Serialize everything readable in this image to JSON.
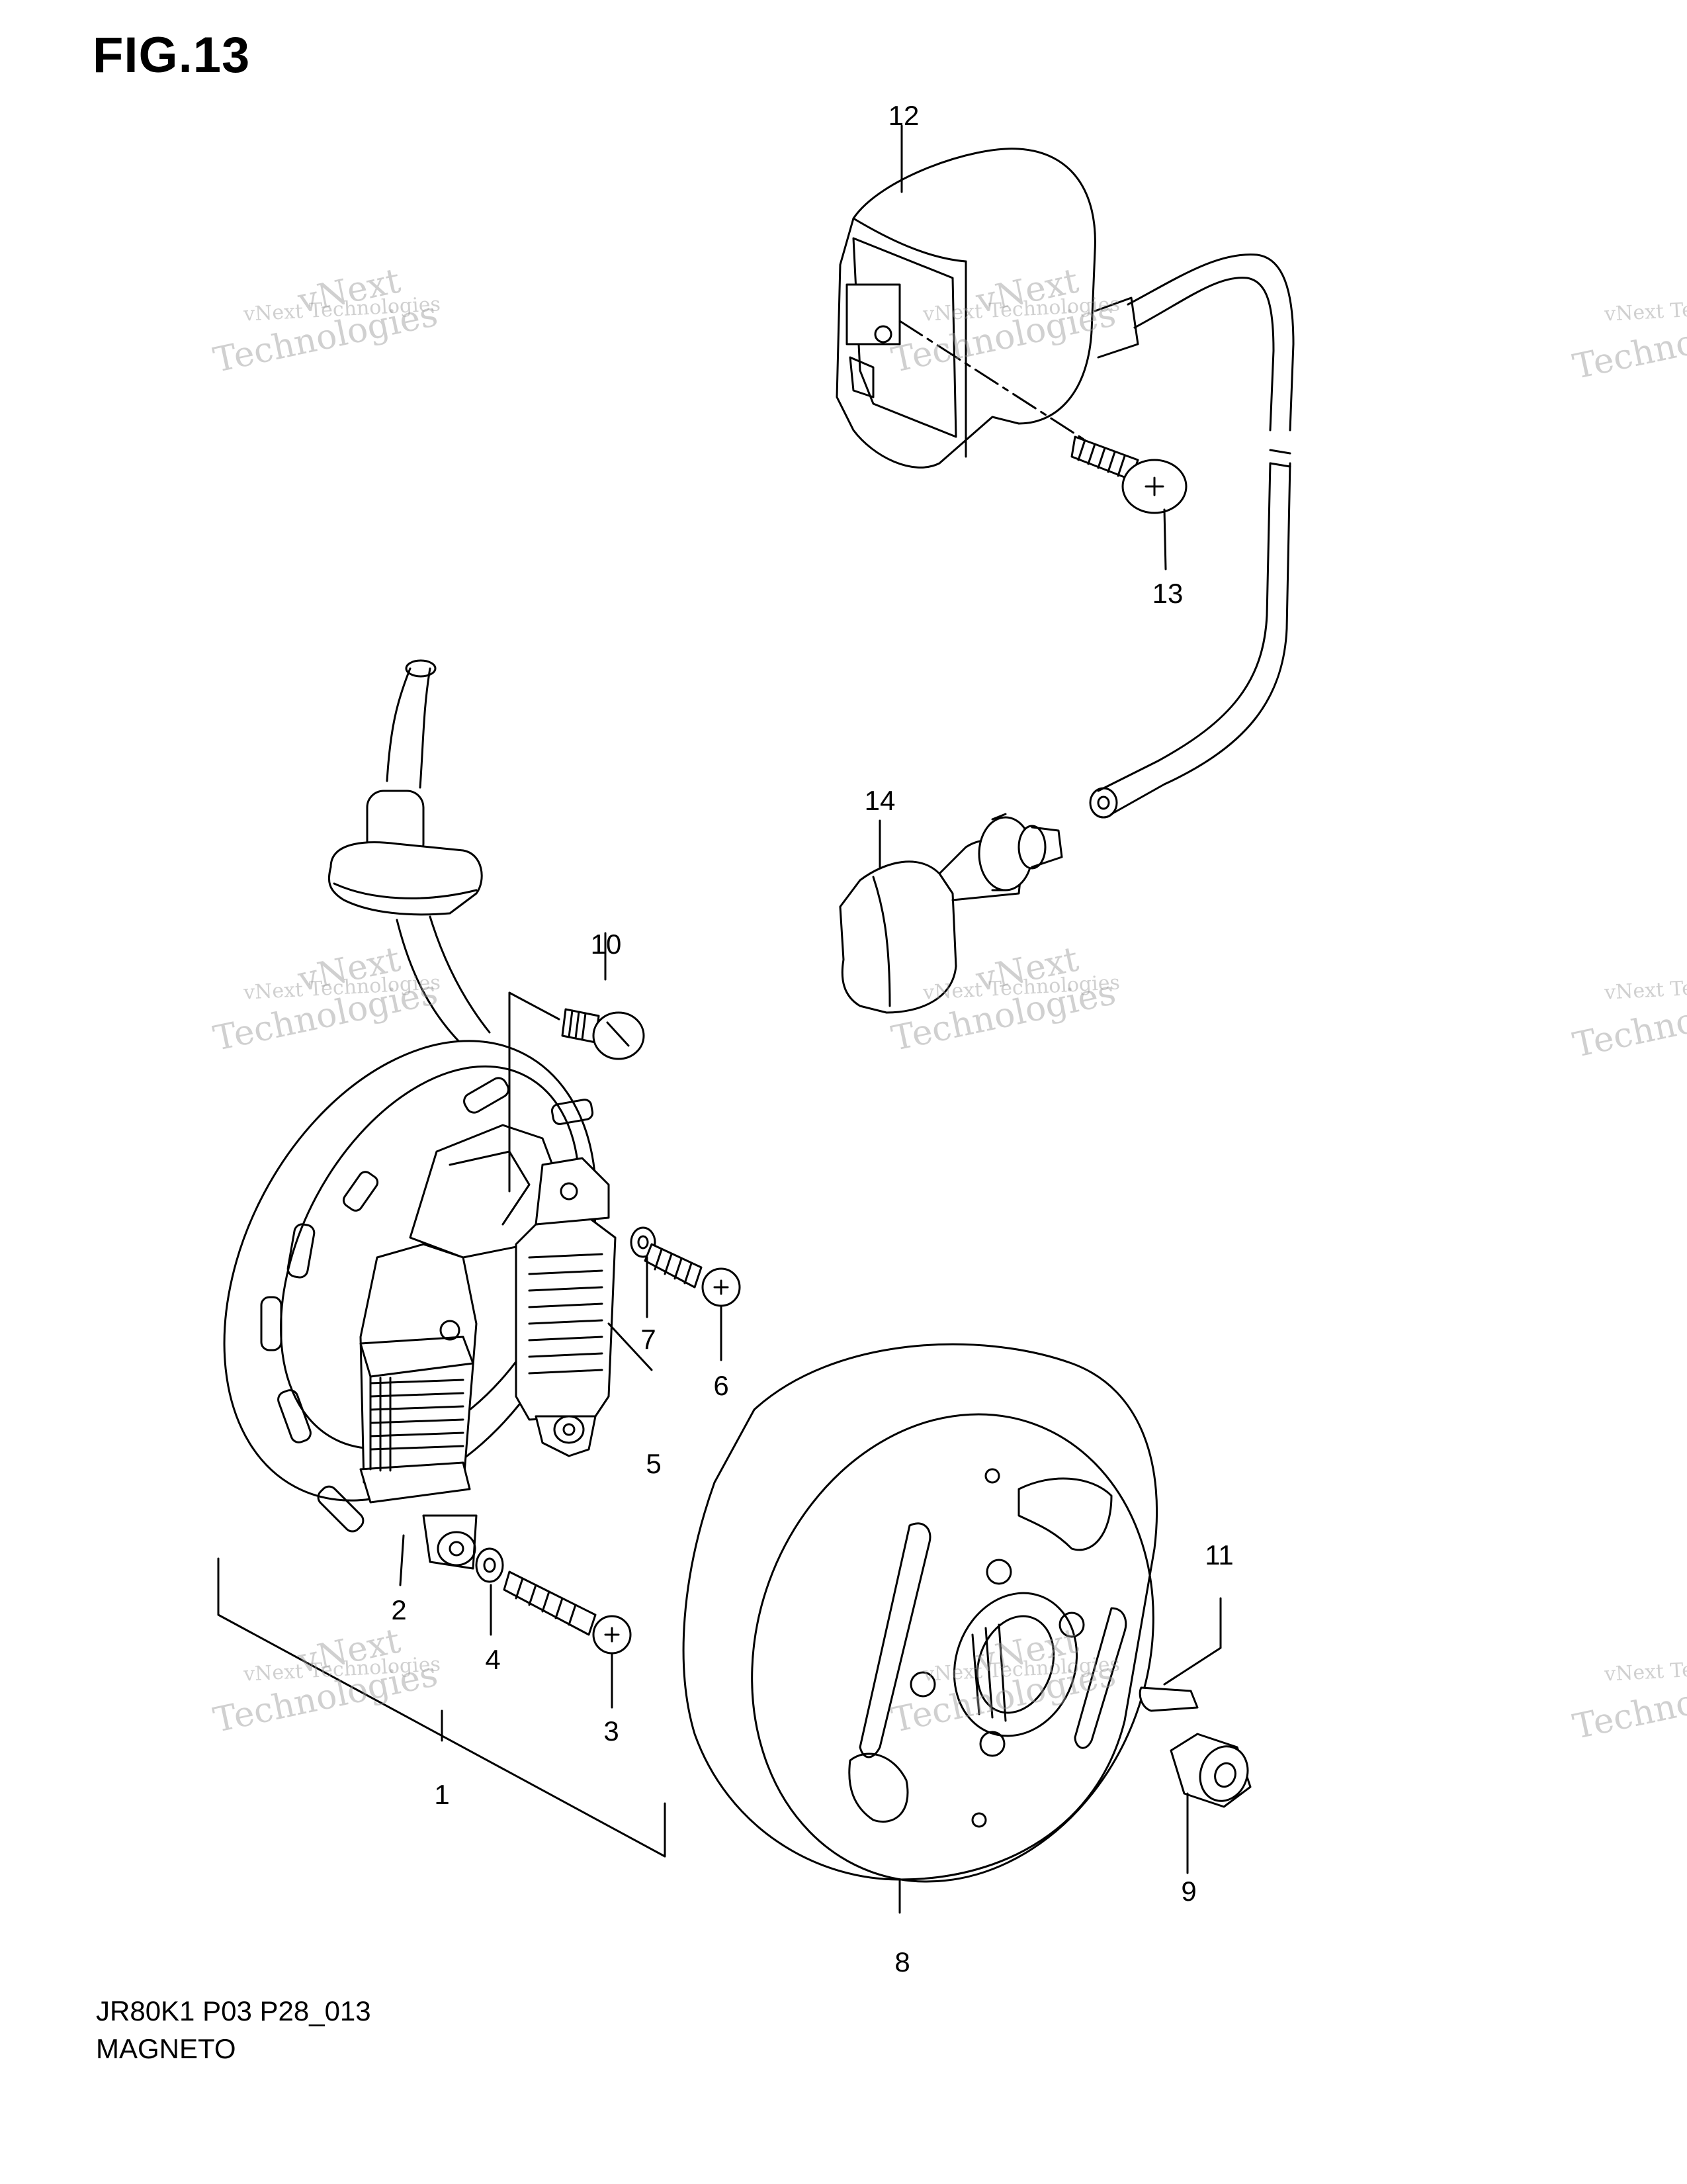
{
  "figure": {
    "title": "FIG.13"
  },
  "footer": {
    "code": "JR80K1 P03 P28_013",
    "section": "MAGNETO"
  },
  "callouts": [
    "1",
    "2",
    "3",
    "4",
    "5",
    "6",
    "7",
    "8",
    "9",
    "10",
    "11",
    "12",
    "13",
    "14"
  ],
  "watermark": {
    "line1": "vNext Technologies",
    "line2": "vNext",
    "line3": "Technologies"
  }
}
